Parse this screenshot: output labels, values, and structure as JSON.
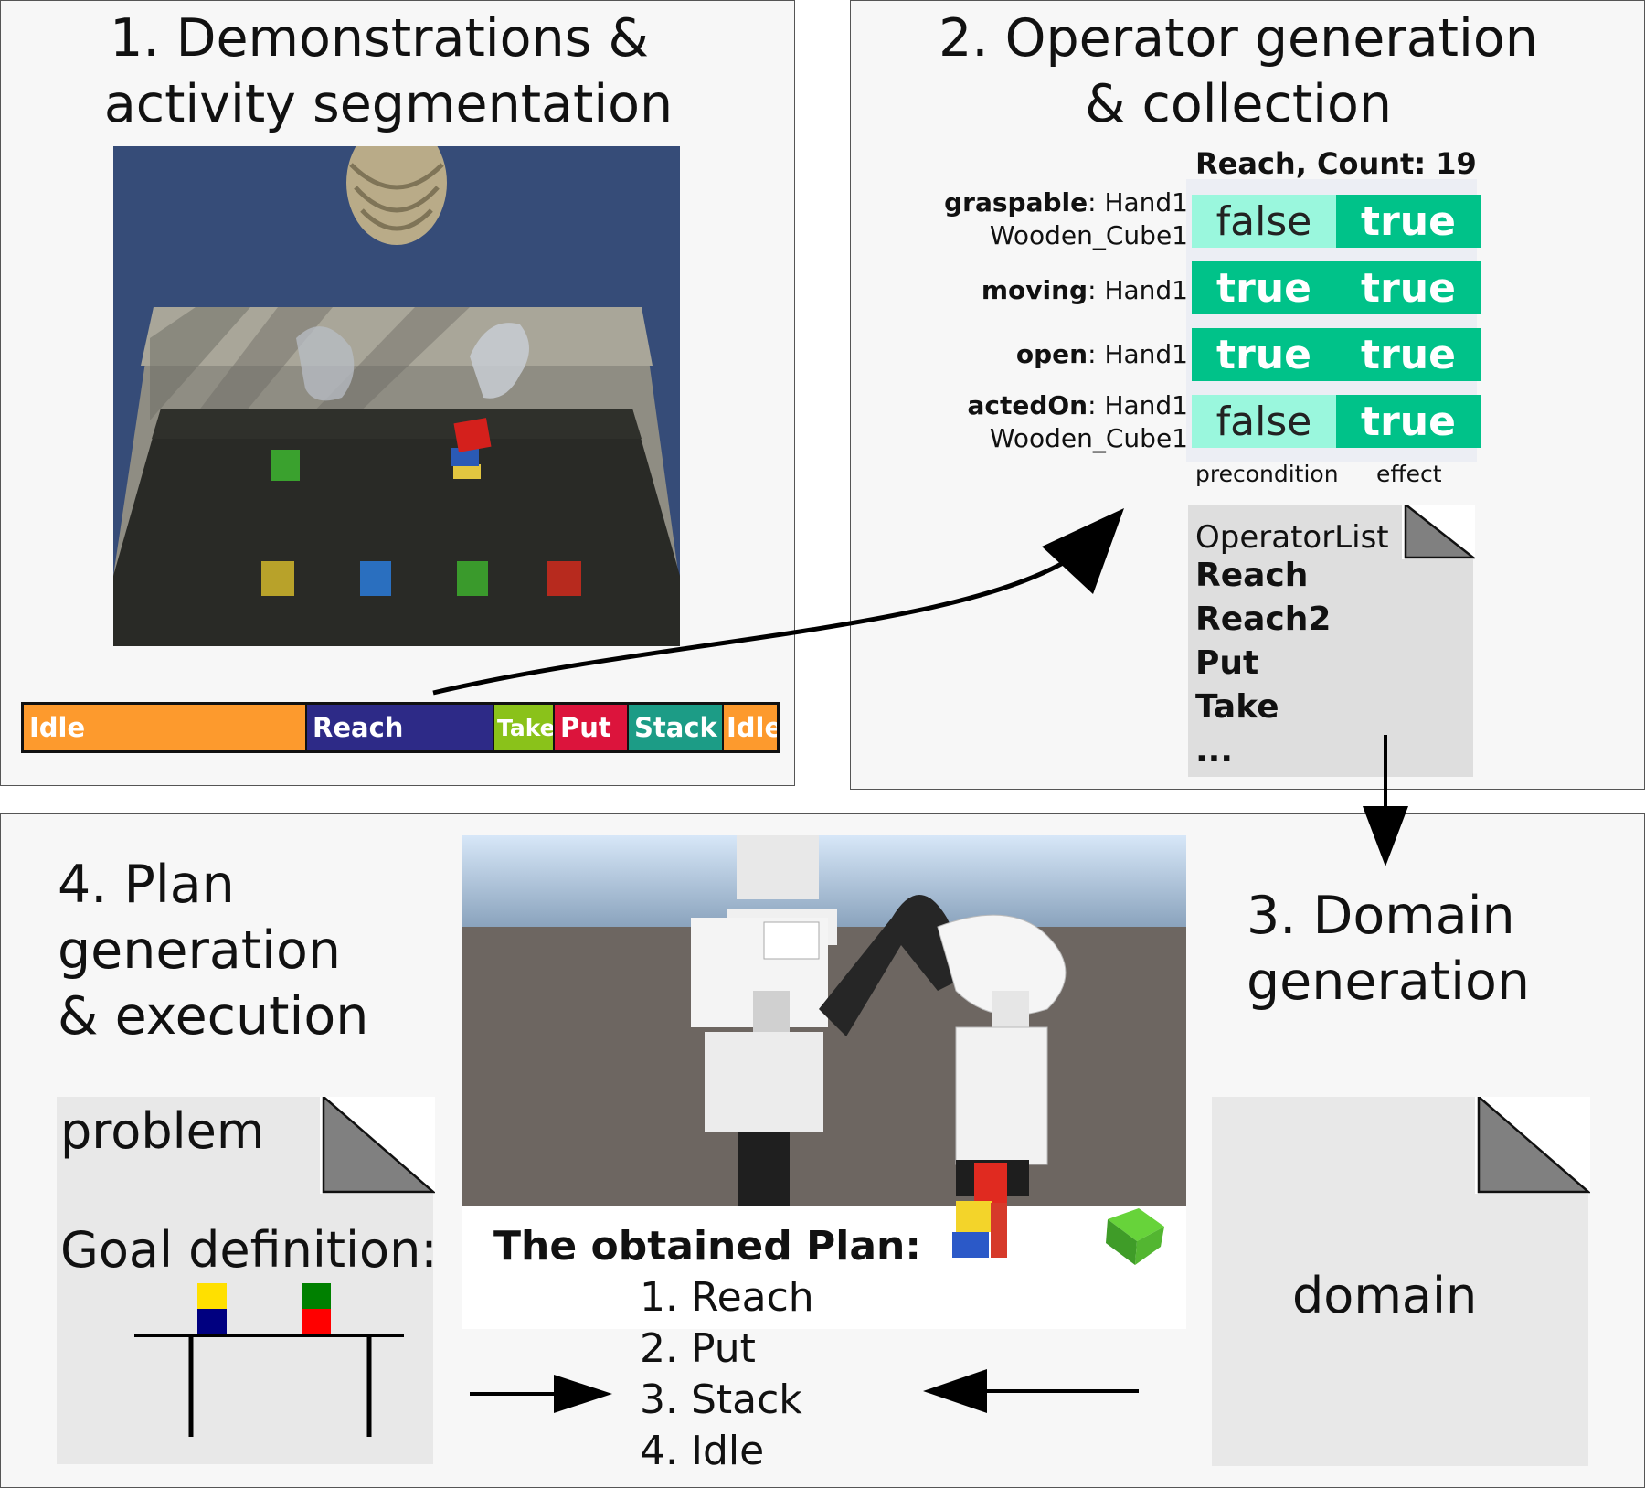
{
  "panel1": {
    "title_line1": "1. Demonstrations &",
    "title_line2": "activity segmentation",
    "segments": [
      {
        "label": "Idle",
        "color": "#fd9a2d"
      },
      {
        "label": "Reach",
        "color": "#2d2a87"
      },
      {
        "label": "Take",
        "color": "#8ac21a"
      },
      {
        "label": "Put",
        "color": "#dc143c"
      },
      {
        "label": "Stack",
        "color": "#1c9c86"
      },
      {
        "label": "Idle",
        "color": "#fd9a2d"
      }
    ]
  },
  "panel2": {
    "title_line1": "2. Operator generation",
    "title_line2": "& collection",
    "table_header": "Reach, Count: 19",
    "rows": [
      {
        "pred": "graspable",
        "args1": ": Hand1",
        "args2": "Wooden_Cube1",
        "pre": "false",
        "eff": "true"
      },
      {
        "pred": "moving",
        "args1": ": Hand1",
        "args2": "",
        "pre": "true",
        "eff": "true"
      },
      {
        "pred": "open",
        "args1": ": Hand1",
        "args2": "",
        "pre": "true",
        "eff": "true"
      },
      {
        "pred": "actedOn",
        "args1": ": Hand1",
        "args2": "Wooden_Cube1",
        "pre": "false",
        "eff": "true"
      }
    ],
    "col_precondition": "precondition",
    "col_effect": "effect",
    "operator_list": {
      "title": "OperatorList",
      "items": [
        "Reach",
        "Reach2",
        "Put",
        "Take",
        "..."
      ]
    }
  },
  "panel3": {
    "title_line1": "3. Domain",
    "title_line2": "generation",
    "doc_label": "domain"
  },
  "panel4": {
    "title_line1": "4. Plan",
    "title_line2": "generation",
    "title_line3": "& execution",
    "problem_label": "problem",
    "goal_label": "Goal definition:",
    "plan_title": "The obtained Plan:",
    "plan_steps": [
      "1. Reach",
      "2. Put",
      "3. Stack",
      "4. Idle"
    ]
  }
}
